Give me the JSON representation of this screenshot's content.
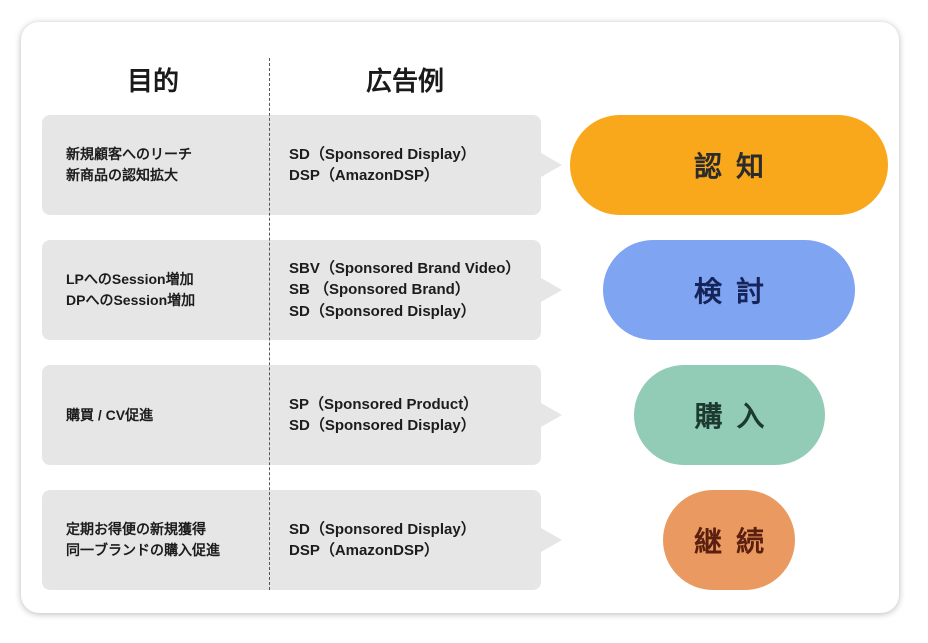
{
  "headers": {
    "purpose": "目的",
    "ad_examples": "広告例"
  },
  "rows": [
    {
      "purpose": [
        "新規顧客へのリーチ",
        "新商品の認知拡大"
      ],
      "ads": [
        "SD（Sponsored Display）",
        "DSP（AmazonDSP）"
      ],
      "stage": {
        "label": "認知",
        "color": "#F9A71B",
        "text_color": "#2B2B2B"
      }
    },
    {
      "purpose": [
        "LPへのSession増加",
        "DPへのSession増加"
      ],
      "ads": [
        "SBV（Sponsored Brand Video）",
        "SB （Sponsored Brand）",
        "SD（Sponsored Display）"
      ],
      "stage": {
        "label": "検討",
        "color": "#7EA4F2",
        "text_color": "#16245A"
      }
    },
    {
      "purpose": [
        "購買 / CV促進"
      ],
      "ads": [
        "SP（Sponsored Product）",
        "SD（Sponsored Display）"
      ],
      "stage": {
        "label": "購入",
        "color": "#92CBB6",
        "text_color": "#1B3B30"
      }
    },
    {
      "purpose": [
        "定期お得便の新規獲得",
        "同一ブランドの購入促進"
      ],
      "ads": [
        "SD（Sponsored Display）",
        "DSP（AmazonDSP）"
      ],
      "stage": {
        "label": "継続",
        "color": "#EA9A60",
        "text_color": "#5A1F0F"
      }
    }
  ],
  "colors": {
    "row_box": "#E6E6E6",
    "card": "#FFFFFF"
  }
}
